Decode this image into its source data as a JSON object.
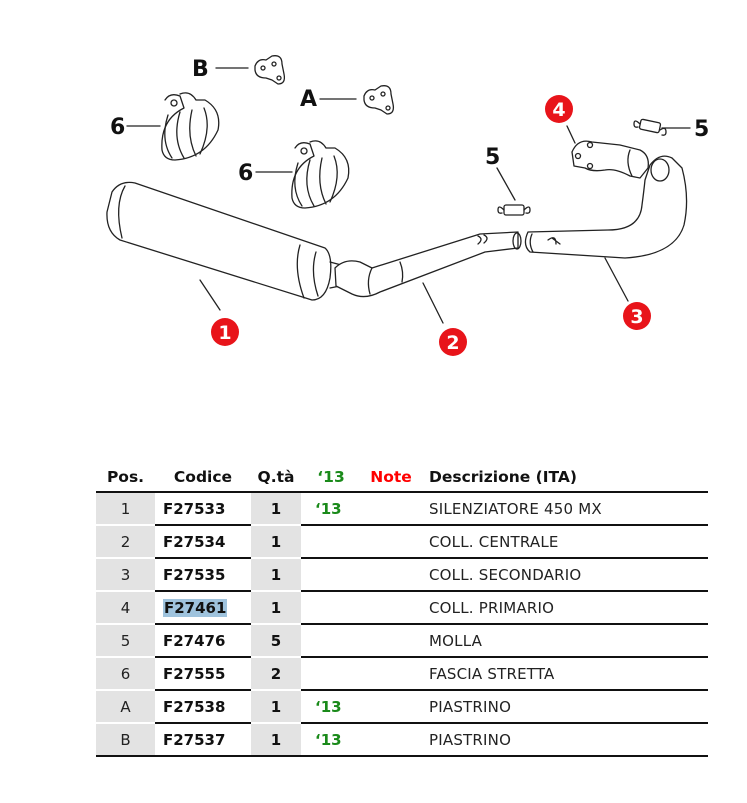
{
  "diagram": {
    "callouts": [
      {
        "label": "B",
        "style": "black"
      },
      {
        "label": "A",
        "style": "black"
      },
      {
        "label": "6",
        "style": "black"
      },
      {
        "label": "6",
        "style": "black"
      },
      {
        "label": "5",
        "style": "black"
      },
      {
        "label": "5",
        "style": "black"
      },
      {
        "label": "4",
        "style": "red"
      },
      {
        "label": "1",
        "style": "red"
      },
      {
        "label": "2",
        "style": "red"
      },
      {
        "label": "3",
        "style": "red"
      }
    ],
    "colors": {
      "callout_red": "#e8141a",
      "line": "#222222"
    }
  },
  "table": {
    "headers": {
      "pos": "Pos.",
      "code": "Codice",
      "qty": "Q.tà",
      "year": "‘13",
      "note": "Note",
      "desc": "Descrizione (ITA)"
    },
    "rows": [
      {
        "pos": "1",
        "code": "F27533",
        "qty": "1",
        "year": "‘13",
        "note": "",
        "desc": "SILENZIATORE 450 MX"
      },
      {
        "pos": "2",
        "code": "F27534",
        "qty": "1",
        "year": "",
        "note": "",
        "desc": "COLL. CENTRALE"
      },
      {
        "pos": "3",
        "code": "F27535",
        "qty": "1",
        "year": "",
        "note": "",
        "desc": "COLL. SECONDARIO"
      },
      {
        "pos": "4",
        "code": "F27461",
        "qty": "1",
        "year": "",
        "note": "",
        "desc": "COLL. PRIMARIO",
        "highlighted": true
      },
      {
        "pos": "5",
        "code": "F27476",
        "qty": "5",
        "year": "",
        "note": "",
        "desc": "MOLLA"
      },
      {
        "pos": "6",
        "code": "F27555",
        "qty": "2",
        "year": "",
        "note": "",
        "desc": "FASCIA STRETTA"
      },
      {
        "pos": "A",
        "code": "F27538",
        "qty": "1",
        "year": "‘13",
        "note": "",
        "desc": "PIASTRINO"
      },
      {
        "pos": "B",
        "code": "F27537",
        "qty": "1",
        "year": "‘13",
        "note": "",
        "desc": "PIASTRINO"
      }
    ],
    "colors": {
      "year": "#1a8a1a",
      "note": "#ff0000",
      "shade": "#e3e3e3",
      "highlight": "#9fc3dd"
    }
  }
}
